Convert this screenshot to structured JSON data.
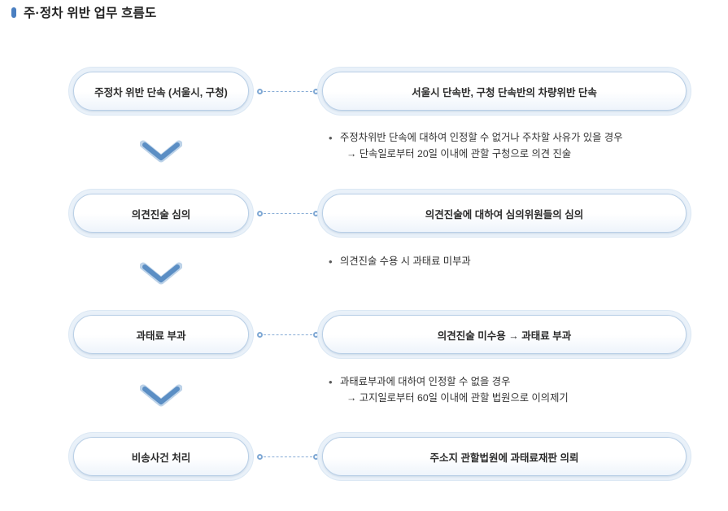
{
  "page": {
    "title": "주·정차 위반 업무 흐름도",
    "accent_color": "#4a7fc1",
    "pill_border_color": "#b9cfe6",
    "connector_color": "#88add6"
  },
  "flow": {
    "steps": [
      {
        "id": "step-1",
        "left_label": "주정차 위반 단속 (서울시, 구청)",
        "right_label": "서울시 단속반, 구청 단속반의 차량위반 단속",
        "notes": [
          {
            "bullet": "•",
            "text": "주정차위반 단속에 대하여 인정할 수 없거나 주차할 사유가 있을 경우"
          },
          {
            "bullet": "",
            "text": "→ 단속일로부터 20일 이내에 관할 구청으로 의견 진술"
          }
        ]
      },
      {
        "id": "step-2",
        "left_label": "의견진술 심의",
        "right_label": "의견진술에 대하여 심의위원들의 심의",
        "notes": [
          {
            "bullet": "•",
            "text": "의견진술 수용 시 과태료 미부과"
          }
        ]
      },
      {
        "id": "step-3",
        "left_label": "과태료 부과",
        "right_label": "의견진술 미수용 → 과태료 부과",
        "notes": [
          {
            "bullet": "•",
            "text": "과태료부과에 대하여 인정할 수 없을 경우"
          },
          {
            "bullet": "",
            "text": "→ 고지일로부터 60일 이내에 관할 법원으로 이의제기"
          }
        ]
      },
      {
        "id": "step-4",
        "left_label": "비송사건 처리",
        "right_label": "주소지 관할법원에 과태료재판 의뢰",
        "notes": []
      }
    ],
    "chevron_icon": "chevron-down-icon",
    "connector_icon": "dashed-link-icon"
  }
}
